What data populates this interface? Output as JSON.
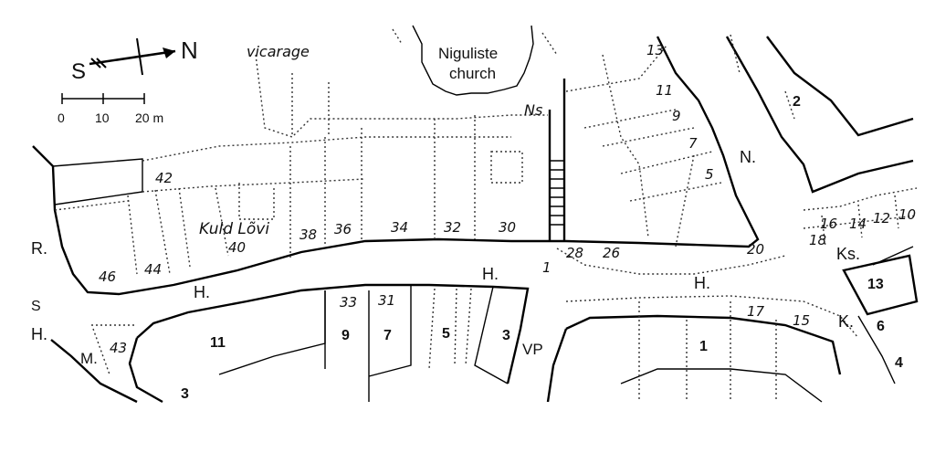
{
  "compass": {
    "south": "S",
    "north": "N"
  },
  "scale": {
    "ticks": [
      "0",
      "10",
      "20 m"
    ]
  },
  "labels": {
    "vicarage": "vicarage",
    "church_line1": "Niguliste",
    "church_line2": "church",
    "ns": "Ns",
    "kuld_lovi": "Kuld Lõvi",
    "street_R": "R.",
    "street_H1": "H.",
    "street_H2": "H.",
    "street_H3": "H.",
    "street_H_left": "H.",
    "street_S": "S",
    "street_M": "M.",
    "street_N": "N.",
    "street_Ks": "Ks.",
    "street_K": "K.",
    "street_VP": "VP"
  },
  "lot_numbers_italic": {
    "n42": "42",
    "n40": "40",
    "n38": "38",
    "n36": "36",
    "n34": "34",
    "n32": "32",
    "n30": "30",
    "n28": "28",
    "n26": "26",
    "n46": "46",
    "n44": "44",
    "n43": "43",
    "n33": "33",
    "n31": "31",
    "n13": "13",
    "n11": "11",
    "n9": "9",
    "n7": "7",
    "n5": "5",
    "n20": "20",
    "n16": "16",
    "n14": "14",
    "n12": "12",
    "n10": "10",
    "n18": "18",
    "n17": "17",
    "n15": "15",
    "n1i": "1"
  },
  "block_numbers": {
    "b11": "11",
    "b9": "9",
    "b7": "7",
    "b5": "5",
    "b3a": "3",
    "b3b": "3",
    "b1": "1",
    "b2": "2",
    "b13": "13",
    "b6": "6",
    "b4": "4"
  }
}
